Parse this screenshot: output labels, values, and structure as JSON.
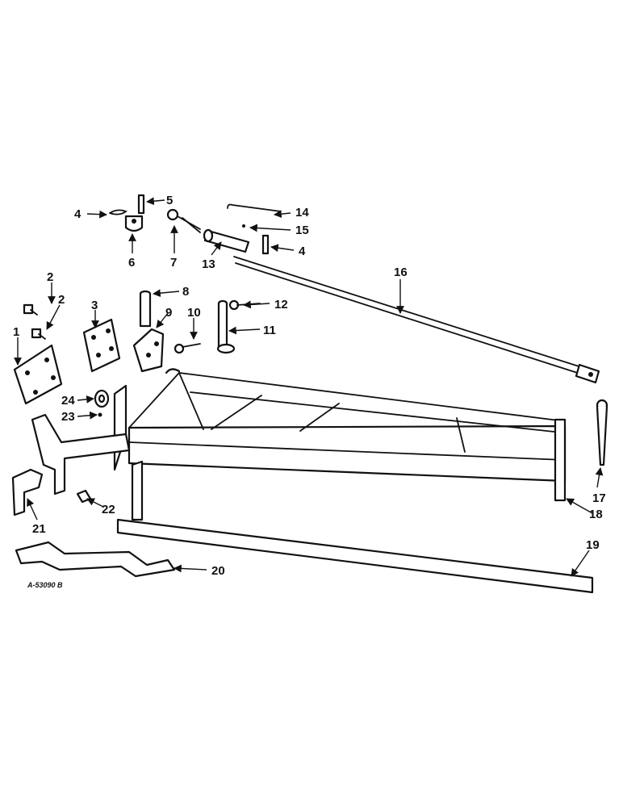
{
  "diagram": {
    "reference_code": "A-53090 B",
    "callouts": [
      "1",
      "2",
      "2",
      "3",
      "4",
      "4",
      "5",
      "6",
      "7",
      "8",
      "9",
      "10",
      "11",
      "12",
      "13",
      "14",
      "15",
      "16",
      "17",
      "18",
      "19",
      "20",
      "21",
      "22",
      "23",
      "24"
    ]
  }
}
